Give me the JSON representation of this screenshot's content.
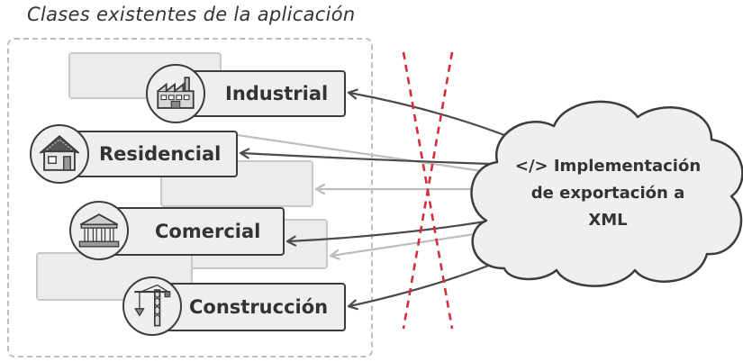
{
  "title": "Clases existentes de la aplicación",
  "classes": [
    {
      "label": "Industrial",
      "icon": "factory-icon"
    },
    {
      "label": "Residencial",
      "icon": "house-icon"
    },
    {
      "label": "Comercial",
      "icon": "bank-icon"
    },
    {
      "label": "Construcción",
      "icon": "crane-icon"
    }
  ],
  "cloud": {
    "line1": "</> Implementación",
    "line2": "de exportación a",
    "line3": "XML"
  },
  "colors": {
    "strike": "#d32f3b",
    "arrow": "#4a4a4a",
    "ghost_arrow": "#bdbdbd",
    "outline": "#3c3c3c"
  }
}
